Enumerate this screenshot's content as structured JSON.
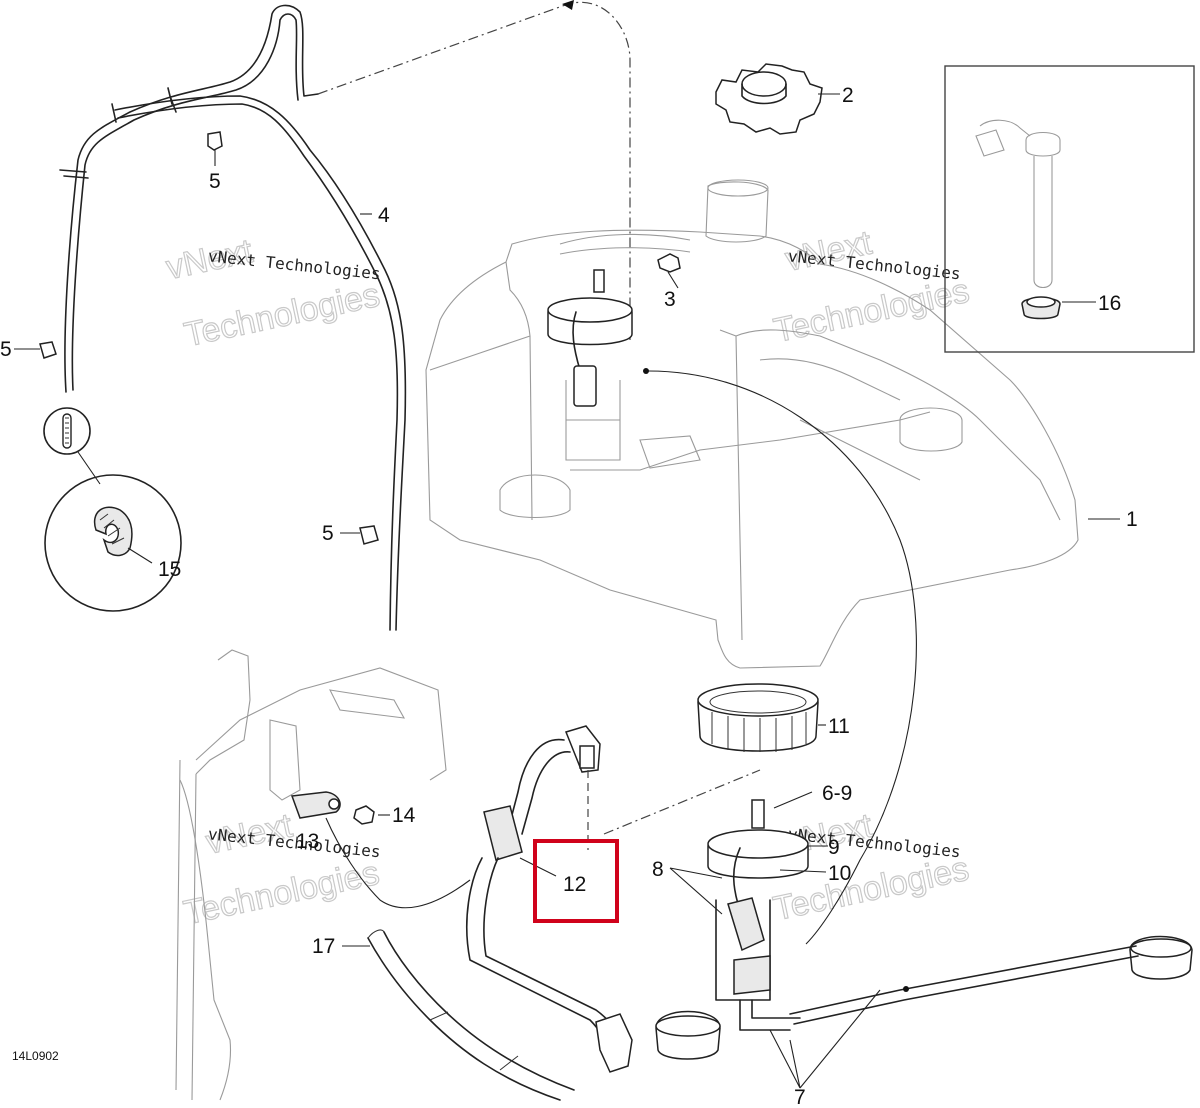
{
  "drawing_code": "14L0902",
  "watermarks": [
    {
      "small": "vNext Technologies",
      "big": "Technologies",
      "accent": "vNext"
    },
    {
      "small": "vNext Technologies",
      "big": "Technologies",
      "accent": "vNext"
    },
    {
      "small": "vNext Technologies",
      "big": "Technologies",
      "accent": "vNext"
    },
    {
      "small": "vNext Technologies",
      "big": "Technologies",
      "accent": "vNext"
    }
  ],
  "callouts": {
    "c1": "1",
    "c2": "2",
    "c3": "3",
    "c4": "4",
    "c5a": "5",
    "c5b": "5",
    "c5c": "5",
    "c6_9": "6-9",
    "c7": "7",
    "c8": "8",
    "c9": "9",
    "c10": "10",
    "c11": "11",
    "c12": "12",
    "c13": "13",
    "c14": "14",
    "c15": "15",
    "c16": "16",
    "c17": "17"
  },
  "highlight_color": "#d0021b",
  "line_color": "#222222"
}
